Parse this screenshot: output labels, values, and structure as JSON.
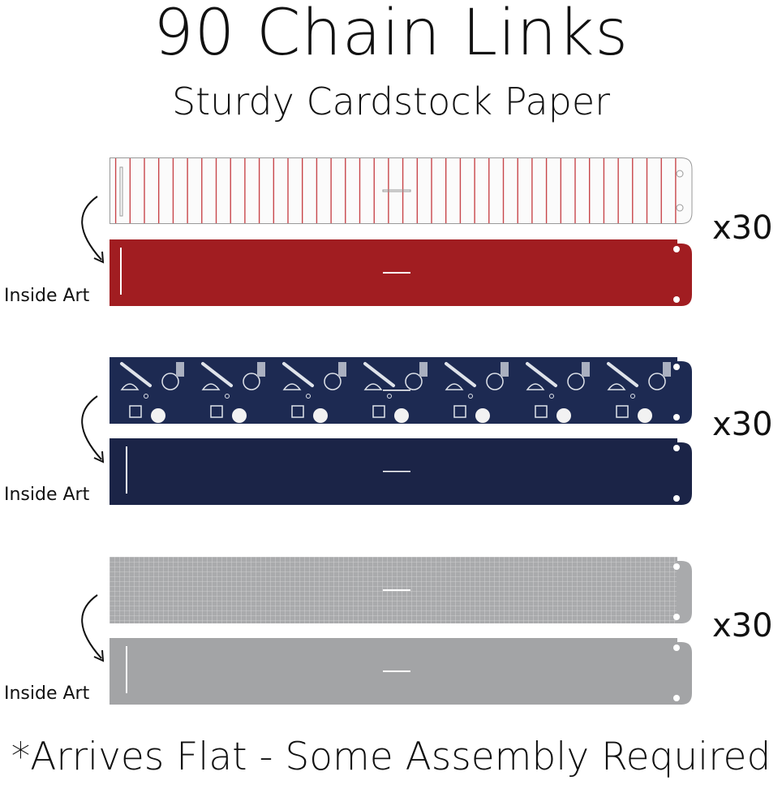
{
  "header": {
    "title": "90 Chain Links",
    "subtitle": "Sturdy Cardstock Paper"
  },
  "groups": [
    {
      "quantity": "x30",
      "inside_label": "Inside Art",
      "outside_pattern": "red-pinstripe",
      "inside_color": "#a11d21"
    },
    {
      "quantity": "x30",
      "inside_label": "Inside Art",
      "outside_pattern": "navy-baseball-icons",
      "inside_color": "#1b2447"
    },
    {
      "quantity": "x30",
      "inside_label": "Inside Art",
      "outside_pattern": "gray-grid",
      "inside_color": "#a3a4a6"
    }
  ],
  "footer": {
    "note": "*Arrives Flat - Some Assembly Required"
  }
}
